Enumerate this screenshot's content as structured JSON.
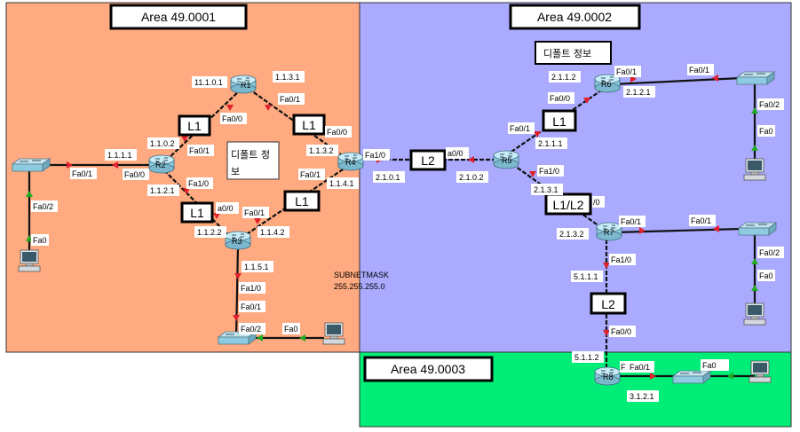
{
  "colors": {
    "area1": "#ffaa80",
    "area2": "#aaaaff",
    "area3": "#00ee77",
    "router_body": "#8ecbe0",
    "router_top": "#c8ecf7",
    "link": "#111111",
    "port_down": "#e0202a",
    "port_up": "#22aa22"
  },
  "areas": [
    {
      "id": "area1",
      "title": "Area 49.0001"
    },
    {
      "id": "area2",
      "title": "Area 49.0002"
    },
    {
      "id": "area3",
      "title": "Area 49.0003"
    }
  ],
  "routers": [
    {
      "id": "R1",
      "label": "R1"
    },
    {
      "id": "R2",
      "label": "R2"
    },
    {
      "id": "R3",
      "label": "R3"
    },
    {
      "id": "R4",
      "label": "R4"
    },
    {
      "id": "R5",
      "label": "R5"
    },
    {
      "id": "R6",
      "label": "R6"
    },
    {
      "id": "R7",
      "label": "R7"
    },
    {
      "id": "R8",
      "label": "R8"
    }
  ],
  "switches": [
    "SW1",
    "SW2",
    "SW3",
    "SW4",
    "SW5"
  ],
  "pcs": [
    "PC1",
    "PC2",
    "PC3",
    "PC4",
    "PC5"
  ],
  "level_labels": [
    {
      "id": "lv1",
      "text": "L1"
    },
    {
      "id": "lv2",
      "text": "L1"
    },
    {
      "id": "lv3",
      "text": "L1"
    },
    {
      "id": "lv4",
      "text": "L1"
    },
    {
      "id": "lv5",
      "text": "L2"
    },
    {
      "id": "lv6",
      "text": "L1"
    },
    {
      "id": "lv7",
      "text": "L1/L2"
    },
    {
      "id": "lv8",
      "text": "L2"
    }
  ],
  "notes": [
    {
      "id": "note1",
      "lines": [
        "디폴트 정",
        "보"
      ]
    },
    {
      "id": "note2",
      "lines": [
        "디폴트 정보"
      ]
    }
  ],
  "subnet_note": {
    "line1": "SUBNETMASK",
    "line2": "255.255.255.0"
  },
  "labels": [
    {
      "id": "t1",
      "text": "11.1.0.1"
    },
    {
      "id": "t2",
      "text": "1.1.3.1"
    },
    {
      "id": "t3",
      "text": "Fa0/1"
    },
    {
      "id": "t4",
      "text": "Fa0/0"
    },
    {
      "id": "t5",
      "text": "Fa0/0"
    },
    {
      "id": "t6",
      "text": "1.1.3.2"
    },
    {
      "id": "t7",
      "text": "1.1.0.2"
    },
    {
      "id": "t8",
      "text": "Fa0/1"
    },
    {
      "id": "t9",
      "text": "1.1.1.1"
    },
    {
      "id": "t10",
      "text": "Fa0/1"
    },
    {
      "id": "t11",
      "text": "Fa0/0"
    },
    {
      "id": "t12",
      "text": "Fa1/0"
    },
    {
      "id": "t13",
      "text": "1.1.2.1"
    },
    {
      "id": "t14",
      "text": "a0/0"
    },
    {
      "id": "t15",
      "text": "Fa0/1"
    },
    {
      "id": "t16",
      "text": "1.1.2.2"
    },
    {
      "id": "t17",
      "text": "1.1.4.2"
    },
    {
      "id": "t18",
      "text": "Fa0/1"
    },
    {
      "id": "t19",
      "text": "1.1.4.1"
    },
    {
      "id": "t20",
      "text": "Fa1/0"
    },
    {
      "id": "t21",
      "text": "2.1.0.1"
    },
    {
      "id": "t22",
      "text": "a0/0"
    },
    {
      "id": "t23",
      "text": "2.1.0.2"
    },
    {
      "id": "t24",
      "text": "1.1.5.1"
    },
    {
      "id": "t25",
      "text": "Fa1/0"
    },
    {
      "id": "t26",
      "text": "Fa0/1"
    },
    {
      "id": "t27",
      "text": "Fa0/2"
    },
    {
      "id": "t28",
      "text": "Fa0"
    },
    {
      "id": "t29",
      "text": "Fa0/2"
    },
    {
      "id": "t30",
      "text": "Fa0"
    },
    {
      "id": "t31",
      "text": "2.1.1.2"
    },
    {
      "id": "t32",
      "text": "Fa0/1"
    },
    {
      "id": "t33",
      "text": "2.1.2.1"
    },
    {
      "id": "t34",
      "text": "Fa0/1"
    },
    {
      "id": "t35",
      "text": "Fa0/0"
    },
    {
      "id": "t36",
      "text": "Fa0/1"
    },
    {
      "id": "t37",
      "text": "2.1.1.1"
    },
    {
      "id": "t38",
      "text": "Fa1/0"
    },
    {
      "id": "t39",
      "text": "2.1.3.1"
    },
    {
      "id": "t40",
      "text": "Fa0/2"
    },
    {
      "id": "t41",
      "text": "Fa0"
    },
    {
      "id": "t42",
      "text": "/0"
    },
    {
      "id": "t43",
      "text": "Fa0/1"
    },
    {
      "id": "t44",
      "text": "Fa0/1"
    },
    {
      "id": "t45",
      "text": "2.1.3.2"
    },
    {
      "id": "t46",
      "text": "Fa1/0"
    },
    {
      "id": "t47",
      "text": "5.1.1.1"
    },
    {
      "id": "t48",
      "text": "Fa0/2"
    },
    {
      "id": "t49",
      "text": "Fa0"
    },
    {
      "id": "t50",
      "text": "Fa0/0"
    },
    {
      "id": "t51",
      "text": "5.1.1.2"
    },
    {
      "id": "t52",
      "text": "F"
    },
    {
      "id": "t53",
      "text": "Fa0/1"
    },
    {
      "id": "t54",
      "text": "Fa0"
    },
    {
      "id": "t55",
      "text": "3.1.2.1"
    }
  ]
}
